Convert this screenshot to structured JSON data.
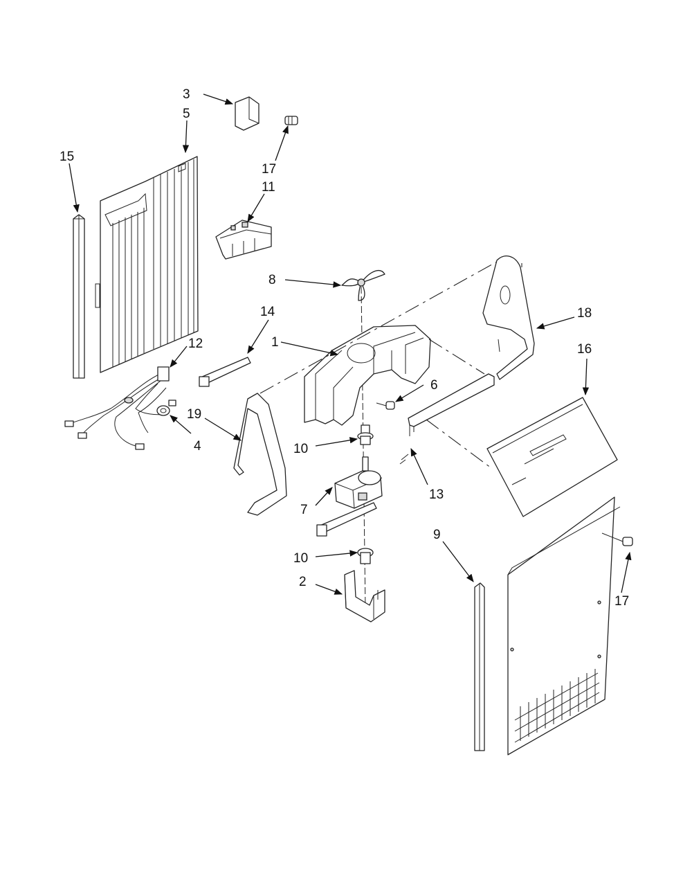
{
  "labels": {
    "p1": "1",
    "p2": "2",
    "p3": "3",
    "p4": "4",
    "p5": "5",
    "p6": "6",
    "p7": "7",
    "p8": "8",
    "p9": "9",
    "p10_upper": "10",
    "p10_lower": "10",
    "p11": "11",
    "p12": "12",
    "p13": "13",
    "p14": "14",
    "p15": "15",
    "p16": "16",
    "p17_upper": "17",
    "p17_lower": "17",
    "p18": "18",
    "p19": "19"
  }
}
